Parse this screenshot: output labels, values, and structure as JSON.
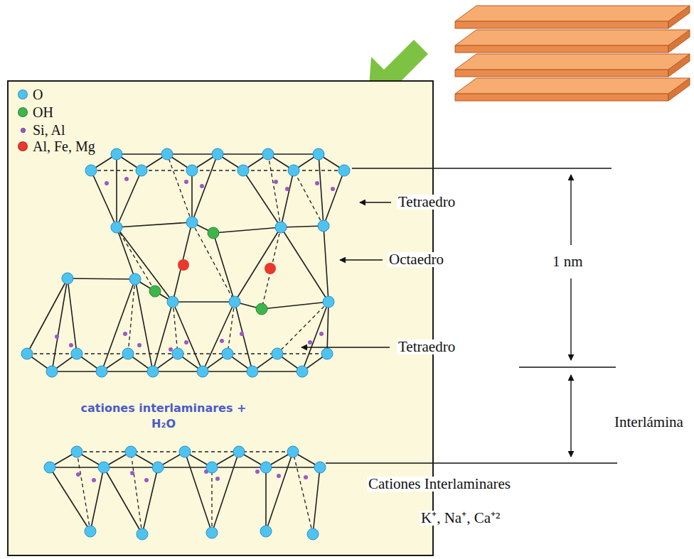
{
  "diagram": {
    "nodes": [
      {
        "text": [
          "cationes interlaminares + H₂O"
        ]
      }
    ],
    "labels": [
      "Tetraedro",
      "Octaedro",
      "Tetraedro",
      "1 nm",
      "Interlámina",
      "Cationes Interlaminares",
      "K⁺, Na⁺, Ca⁺²"
    ],
    "legend": [
      {
        "text": "O",
        "color": "#4fc3f0"
      },
      {
        "text": "OH",
        "color": "#3db54a"
      },
      {
        "text": "Si, Al",
        "color": "#9b59c0"
      },
      {
        "text": "Al, Fe, Mg",
        "color": "#e8392c"
      }
    ]
  }
}
